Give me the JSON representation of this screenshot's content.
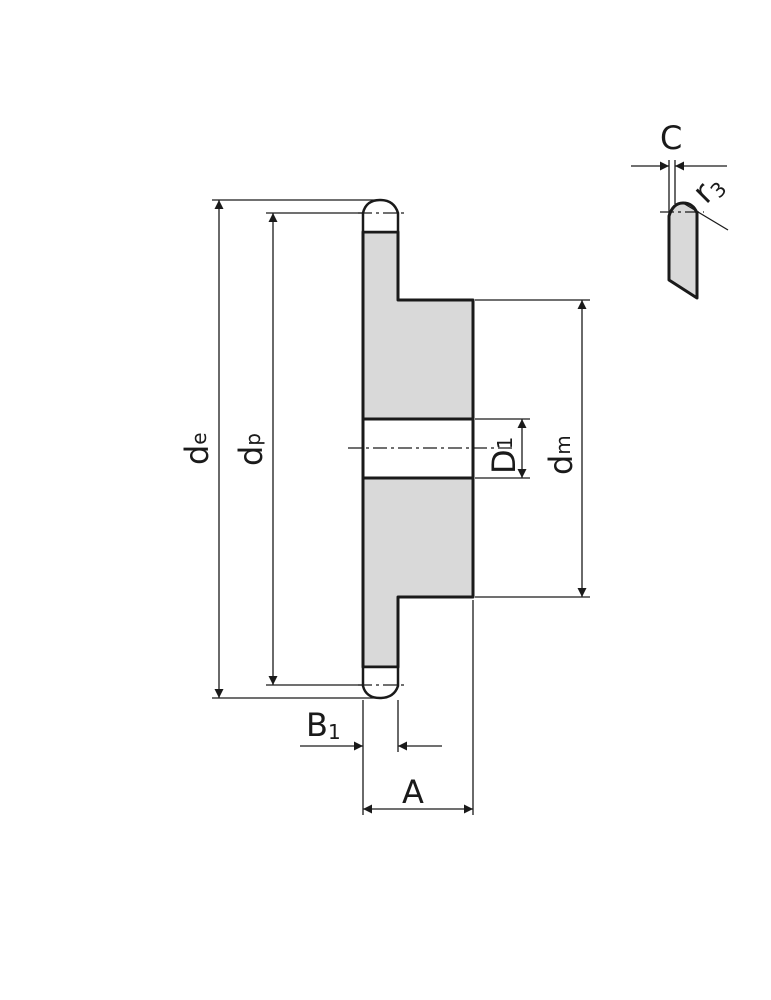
{
  "labels": {
    "de": {
      "main": "d",
      "sub": "e"
    },
    "dp": {
      "main": "d",
      "sub": "p"
    },
    "D1": {
      "main": "D",
      "sub": "1"
    },
    "dm": {
      "main": "d",
      "sub": "m"
    },
    "B1": {
      "main": "B",
      "sub": "1"
    },
    "A": "A",
    "C": "C",
    "r3": {
      "main": "r",
      "sub": "3"
    }
  },
  "colors": {
    "body_fill": "#d9d9d9",
    "line": "#1a1a1a",
    "background": "#ffffff"
  }
}
